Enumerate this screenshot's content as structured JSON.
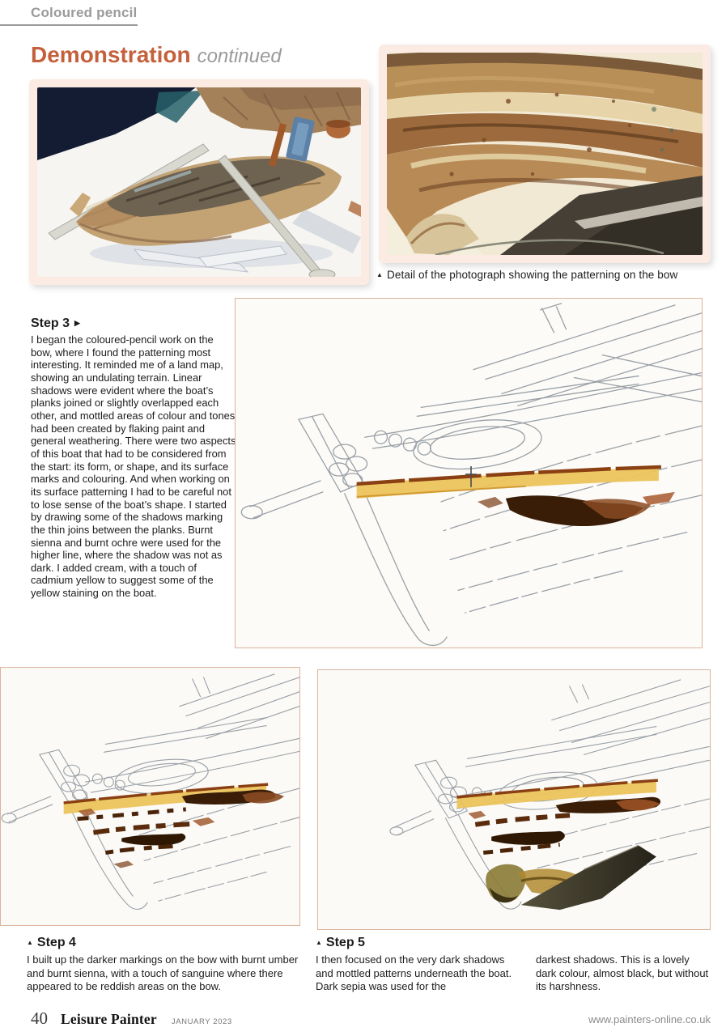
{
  "header": {
    "section": "Coloured pencil",
    "title": "Demonstration",
    "title_suffix": "continued"
  },
  "captions": {
    "detail": {
      "marker": "▲",
      "text": "Detail of the photograph showing the patterning on the bow"
    }
  },
  "steps": {
    "step3": {
      "heading": "Step 3",
      "marker": "▶",
      "body": "I began the coloured-pencil work on the bow, where I found the patterning most interesting. It reminded me of a land map, showing an undulating terrain. Linear shadows were evident where the boat’s planks joined or slightly overlapped each other, and mottled areas of colour and tones had been created by flaking paint and general weathering. There were two aspects of this boat that had to be considered from the start: its form, or shape, and its surface marks and colouring. And when working on its surface patterning I had to be careful not to lose sense of the boat’s shape. I started by drawing some of the shadows marking the thin joins between the planks. Burnt sienna and burnt ochre were used for the higher line, where the shadow was not as dark. I added cream, with a touch of cadmium yellow to suggest some of the yellow staining on the boat."
    },
    "step4": {
      "marker": "▲",
      "heading": "Step 4",
      "body": "I built up the darker markings on the bow with burnt umber and burnt sienna, with a touch of sanguine where there appeared to be reddish areas on the bow."
    },
    "step5": {
      "marker": "▲",
      "heading": "Step 5",
      "col1": "I then focused on the very dark shadows and mottled patterns underneath the boat. Dark sepia was used for the",
      "col2": "darkest shadows. This is a lovely dark colour, almost black, but without its harshness."
    }
  },
  "footer": {
    "page_number": "40",
    "magazine": "Leisure Painter",
    "issue": "JANUARY 2023",
    "website": "www.painters-online.co.uk"
  },
  "colors": {
    "accent_orange": "#c4613c",
    "section_gray": "#9a9a9a",
    "frame_pink": "#fcebe3",
    "drawing_border_tan": "#dbb49c"
  }
}
